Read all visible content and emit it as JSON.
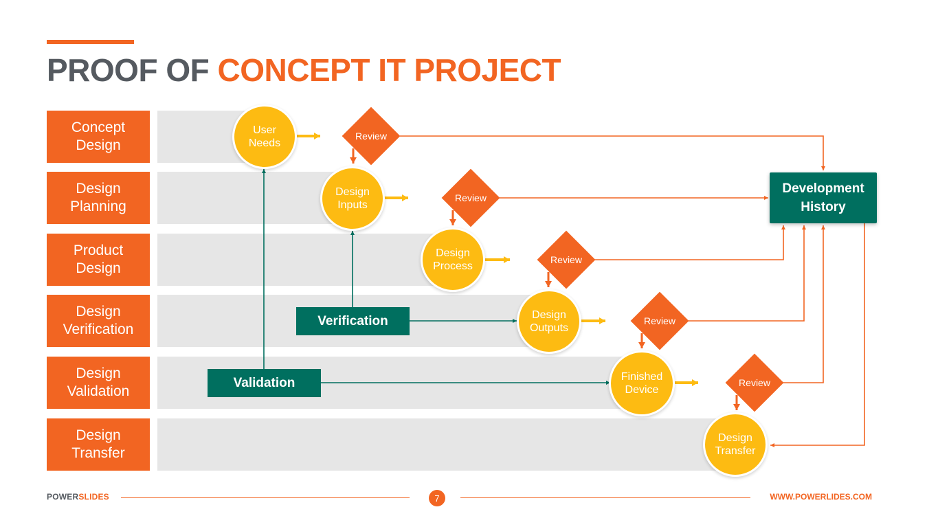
{
  "title": {
    "part1": "PROOF OF",
    "part2": "CONCEPT IT PROJECT"
  },
  "rows": [
    {
      "label": "Concept Design"
    },
    {
      "label": "Design Planning"
    },
    {
      "label": "Product Design"
    },
    {
      "label": "Design Verification"
    },
    {
      "label": "Design Validation"
    },
    {
      "label": "Design Transfer"
    }
  ],
  "steps": [
    {
      "label": "User Needs"
    },
    {
      "label": "Design Inputs"
    },
    {
      "label": "Design Process"
    },
    {
      "label": "Design Outputs"
    },
    {
      "label": "Finished Device"
    },
    {
      "label": "Design Transfer"
    }
  ],
  "reviews": [
    {
      "label": "Review"
    },
    {
      "label": "Review"
    },
    {
      "label": "Review"
    },
    {
      "label": "Review"
    },
    {
      "label": "Review"
    }
  ],
  "verification_label": "Verification",
  "validation_label": "Validation",
  "development_history": {
    "line1": "Development",
    "line2": "History"
  },
  "footer": {
    "brand_part1": "POWER",
    "brand_part2": "SLIDES",
    "page": "7",
    "url": "WWW.POWERLIDES.COM"
  },
  "colors": {
    "orange": "#f26522",
    "yellow": "#fdbb12",
    "green": "#006f5f",
    "track": "#e6e6e6",
    "title_gray": "#555a60"
  }
}
